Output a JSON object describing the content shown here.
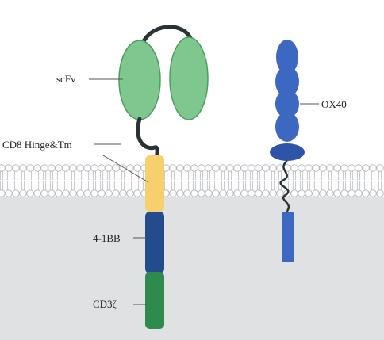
{
  "labels": {
    "scfv": "scFv",
    "hinge": "CD8 Hinge&Tm",
    "costim": "4-1BB",
    "cd3z": "CD3ζ",
    "ox40": "OX40"
  },
  "colors": {
    "background": "#ffffff",
    "cytoplasm": "#dfe1e3",
    "membrane_head": "#ffffff",
    "membrane_outline": "#b8bcc0",
    "membrane_tail": "#c4c7ca",
    "scfv_fill": "#7ec78e",
    "scfv_stroke": "#4f9c61",
    "linker": "#2a3238",
    "hinge_fill": "#f7cf6c",
    "costim_fill": "#244b8c",
    "cd3z_fill": "#2f8a4e",
    "ox40_fill": "#3c68c2",
    "ox40_dark": "#2d54a6",
    "leader_line": "#555555"
  },
  "icons": {
    "scfv": "scfv-antibody-domain-icon",
    "ox40": "ox40-receptor-icon"
  }
}
